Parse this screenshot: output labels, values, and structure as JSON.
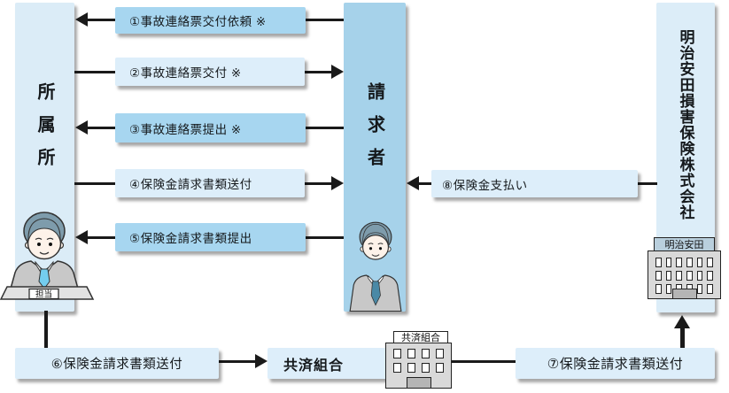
{
  "diagram": {
    "title_hint": "insurance claim flow diagram",
    "office_label": "所属所",
    "claimant_label": "請求者",
    "insurer_label": "明治安田損害保険株式会社",
    "desk_label": "担当",
    "kyosai_label": "共済組合",
    "kyosai_building_sign": "共済組合",
    "insurer_building_sign": "明治安田",
    "flows": [
      {
        "step": "1",
        "label": "①事故連絡票交付依頼 ※",
        "from": "請求者",
        "to": "所属所"
      },
      {
        "step": "2",
        "label": "②事故連絡票交付 ※",
        "from": "所属所",
        "to": "請求者"
      },
      {
        "step": "3",
        "label": "③事故連絡票提出 ※",
        "from": "請求者",
        "to": "所属所"
      },
      {
        "step": "4",
        "label": "④保険金請求書類送付",
        "from": "所属所",
        "to": "請求者"
      },
      {
        "step": "5",
        "label": "⑤保険金請求書類提出",
        "from": "請求者",
        "to": "所属所"
      },
      {
        "step": "6",
        "label": "⑥保険金請求書類送付",
        "from": "所属所",
        "to": "共済組合"
      },
      {
        "step": "7",
        "label": "⑦保険金請求書類送付",
        "from": "共済組合",
        "to": "明治安田損害保険株式会社"
      },
      {
        "step": "8",
        "label": "⑧保険金支払い",
        "from": "明治安田損害保険株式会社",
        "to": "請求者"
      }
    ],
    "colors": {
      "medium_blue": "#a7d6f0",
      "light_blue": "#ddeefa",
      "office_column": "#dbecf7",
      "claimant_column": "#a6d2ea",
      "insurer_column": "#dcedf8",
      "arrow_ink": "#1a1a1a"
    }
  }
}
